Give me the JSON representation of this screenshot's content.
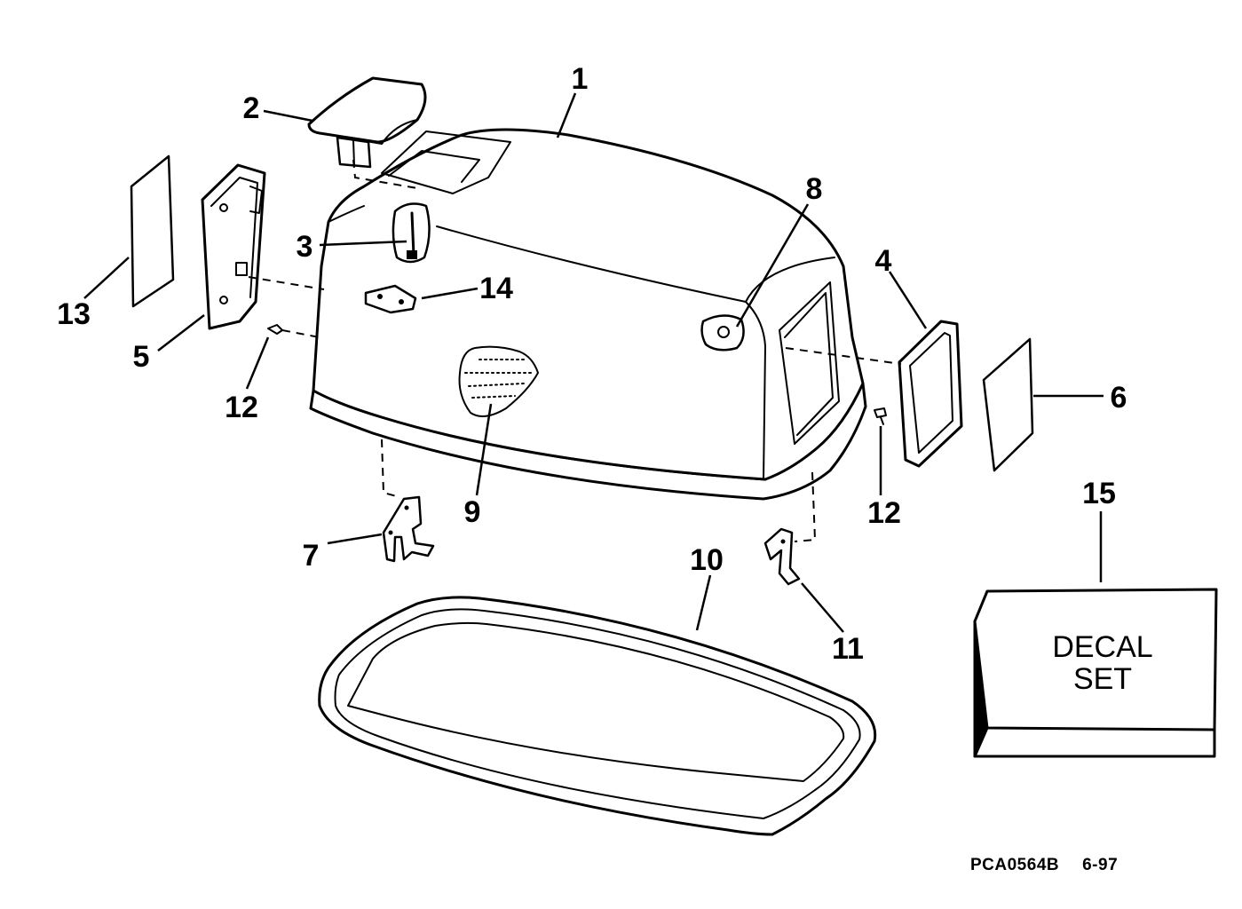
{
  "callouts": {
    "c1": "1",
    "c2": "2",
    "c3": "3",
    "c4": "4",
    "c5": "5",
    "c6": "6",
    "c7": "7",
    "c8": "8",
    "c9": "9",
    "c10": "10",
    "c11": "11",
    "c12a": "12",
    "c12b": "12",
    "c13": "13",
    "c14": "14",
    "c15": "15"
  },
  "decal_box": {
    "line1": "DECAL",
    "line2": "SET"
  },
  "footer": {
    "code": "PCA0564B",
    "date": "6-97"
  }
}
